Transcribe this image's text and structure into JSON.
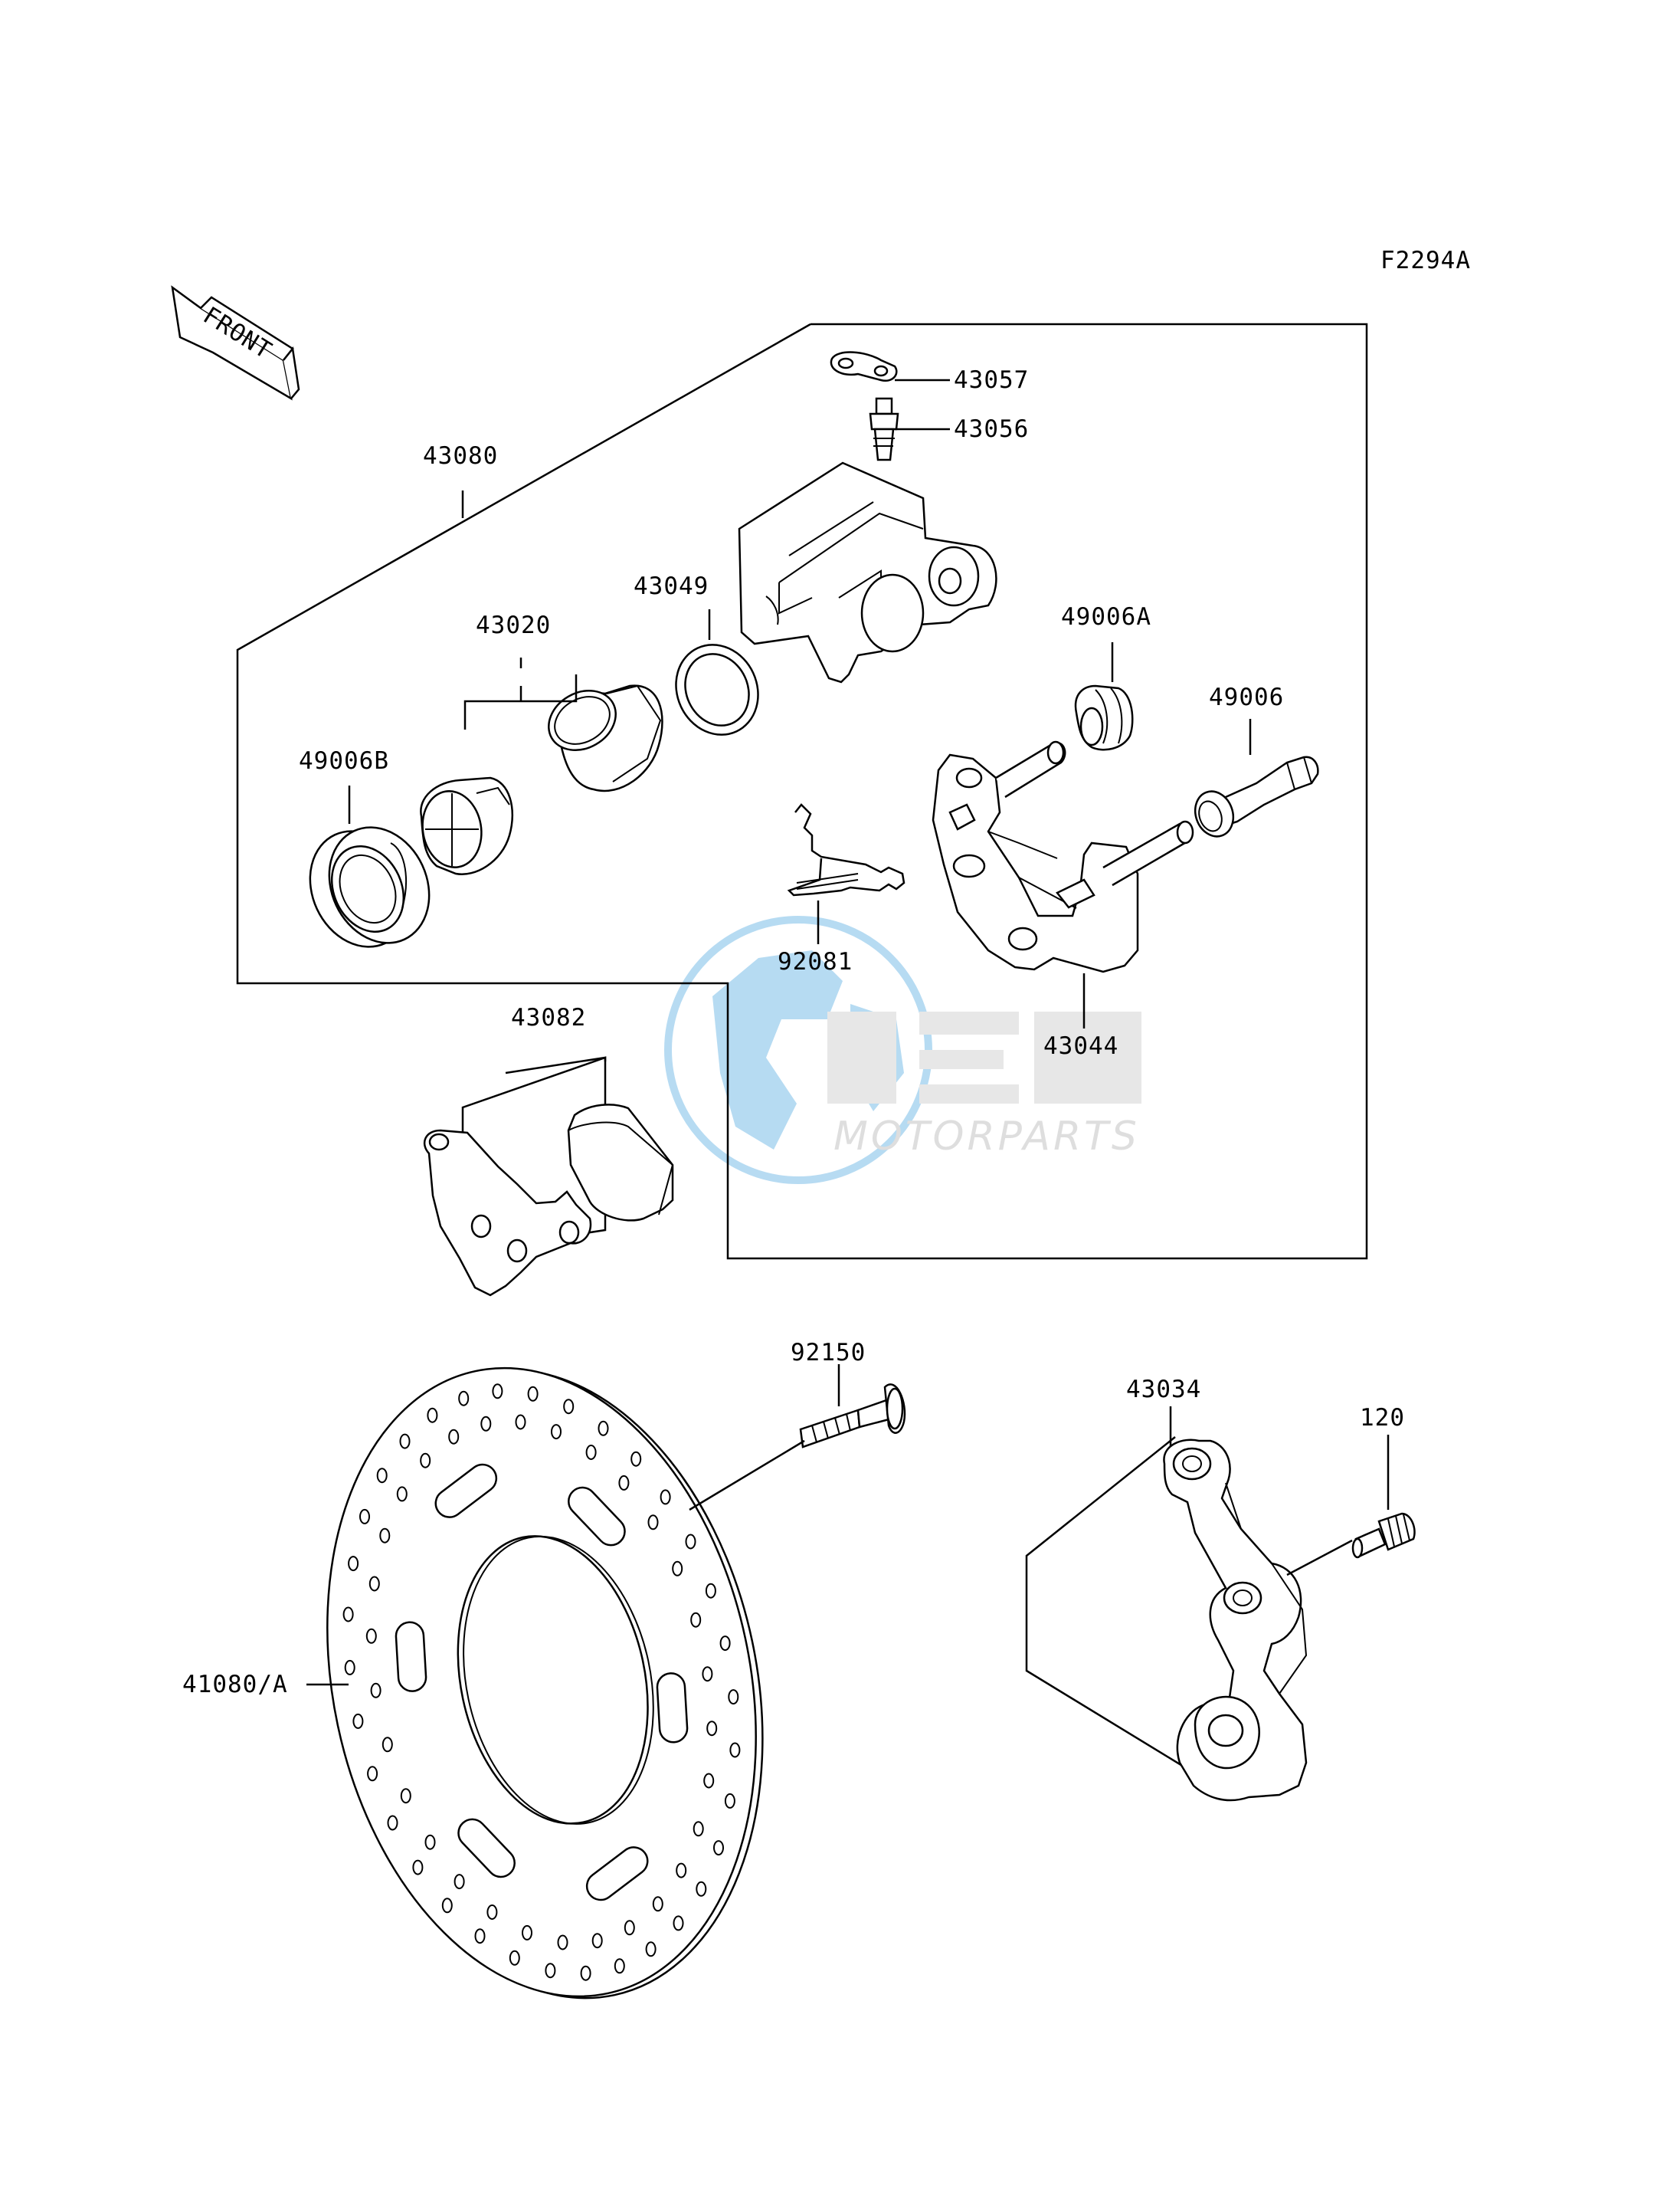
{
  "diagram": {
    "code": "F2294A",
    "front_label": "FRONT",
    "callouts": {
      "p43057": "43057",
      "p43056": "43056",
      "p43080": "43080",
      "p43049": "43049",
      "p43020": "43020",
      "p49006A": "49006A",
      "p49006": "49006",
      "p49006B": "49006B",
      "p92081": "92081",
      "p43044": "43044",
      "p43082": "43082",
      "p92150": "92150",
      "p43034": "43034",
      "p120": "120",
      "p41080A": "41080/A"
    }
  },
  "watermark": {
    "brand": "OEM",
    "tagline": "MOTORPARTS",
    "colors": {
      "globe": "#1e90d8",
      "letters": "#c8c8c8"
    }
  }
}
